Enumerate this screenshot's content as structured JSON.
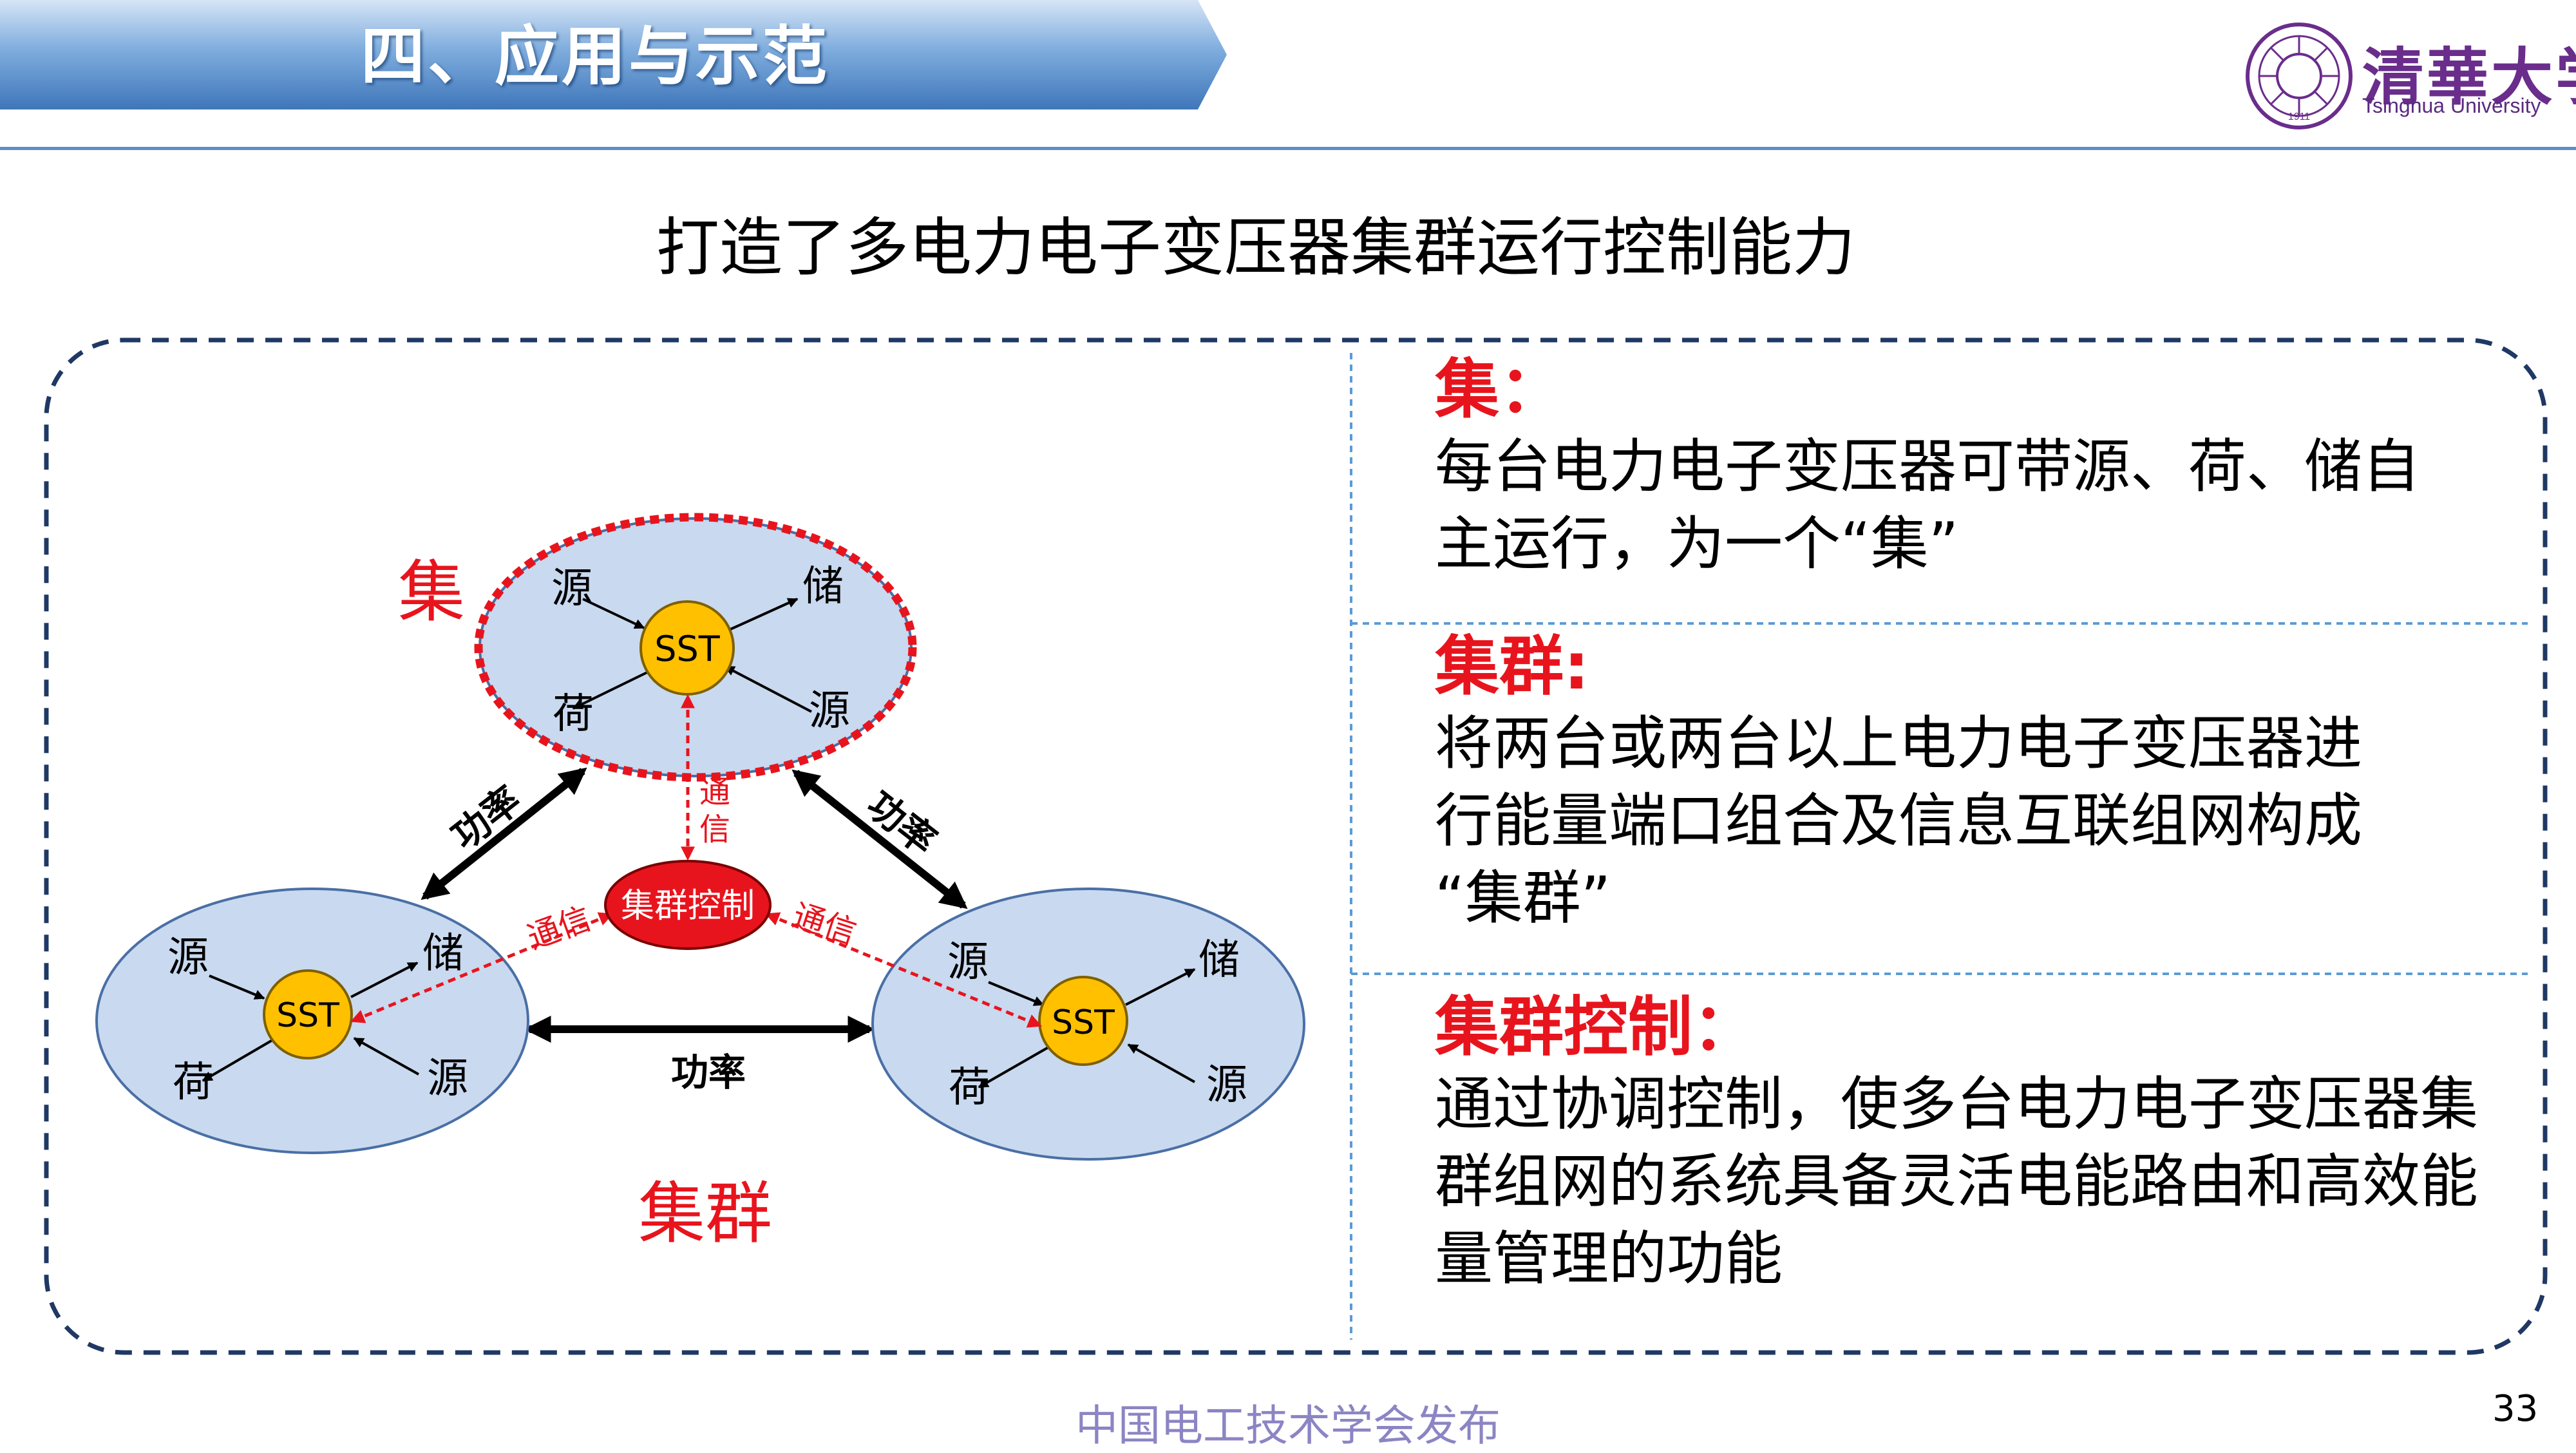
{
  "header": {
    "title": "四、应用与示范"
  },
  "logo": {
    "name_cn": "清華大学",
    "name_en": "Tsinghua University",
    "seal_year": "1911"
  },
  "slide_title": "打造了多电力电子变压器集群运行控制能力",
  "diagram": {
    "group_label": "集",
    "cluster_label": "集群",
    "center": {
      "label": "集群控制"
    },
    "comm_label": "通信",
    "power_label": "功率",
    "nodes": [
      {
        "sst": "SST",
        "src": "源",
        "store": "储",
        "load": "荷",
        "src2": "源"
      },
      {
        "sst": "SST",
        "src": "源",
        "store": "储",
        "load": "荷",
        "src2": "源"
      },
      {
        "sst": "SST",
        "src": "源",
        "store": "储",
        "load": "荷",
        "src2": "源"
      }
    ]
  },
  "panel": {
    "sections": [
      {
        "heading": "集：",
        "lines": [
          "每台电力电子变压器可带源、荷、储自",
          "主运行，为一个“集”"
        ]
      },
      {
        "heading": "集群:",
        "lines": [
          "将两台或两台以上电力电子变压器进",
          "行能量端口组合及信息互联组网构成",
          "“集群”"
        ]
      },
      {
        "heading": "集群控制：",
        "lines": [
          "通过协调控制，使多台电力电子变压器集",
          "群组网的系统具备灵活电能路由和高效能",
          "量管理的功能"
        ]
      }
    ]
  },
  "footer": {
    "text": "中国电工技术学会发布",
    "page": "33"
  },
  "colors": {
    "banner_light": "#c6daf1",
    "banner_dark": "#4f86c6",
    "accent_red": "#e8141d",
    "ellipse_fill": "#c9d9ef",
    "sst_fill": "#ffc000",
    "border": "#1f3864",
    "divider": "#5b9bd5"
  }
}
